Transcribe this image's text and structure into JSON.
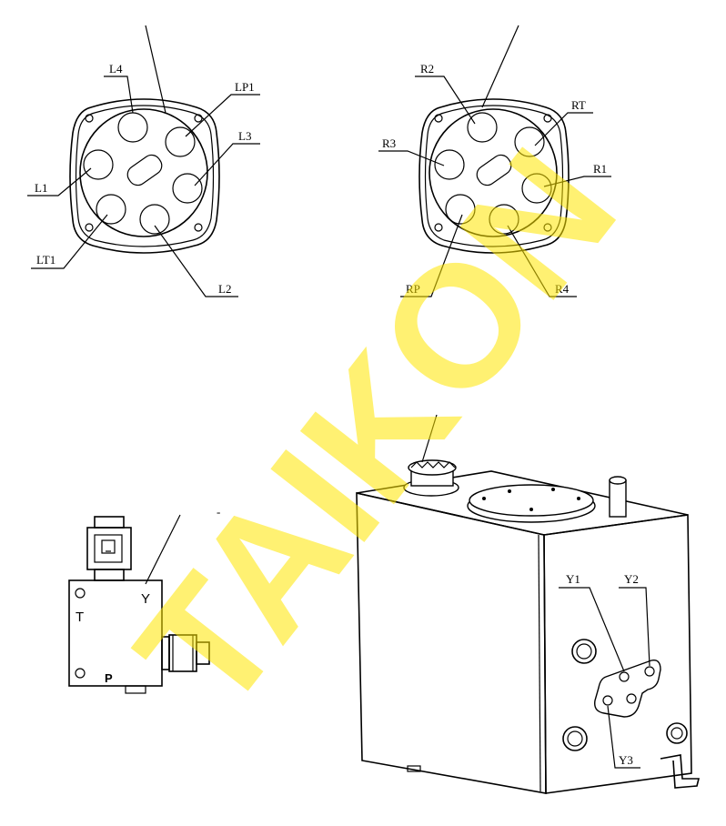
{
  "watermark": {
    "text": "TAIKON",
    "color": "#ffe600"
  },
  "left_port_face": {
    "labels": [
      "L4",
      "LP1",
      "L3",
      "L1",
      "LT1",
      "L2"
    ]
  },
  "right_port_face": {
    "labels": [
      "R2",
      "RT",
      "R3",
      "R1",
      "RP",
      "R4"
    ]
  },
  "valve_block": {
    "labels": [
      "T",
      "Y",
      "P"
    ],
    "note": "-"
  },
  "tank": {
    "labels": [
      "Y1",
      "Y2",
      "Y3"
    ]
  }
}
